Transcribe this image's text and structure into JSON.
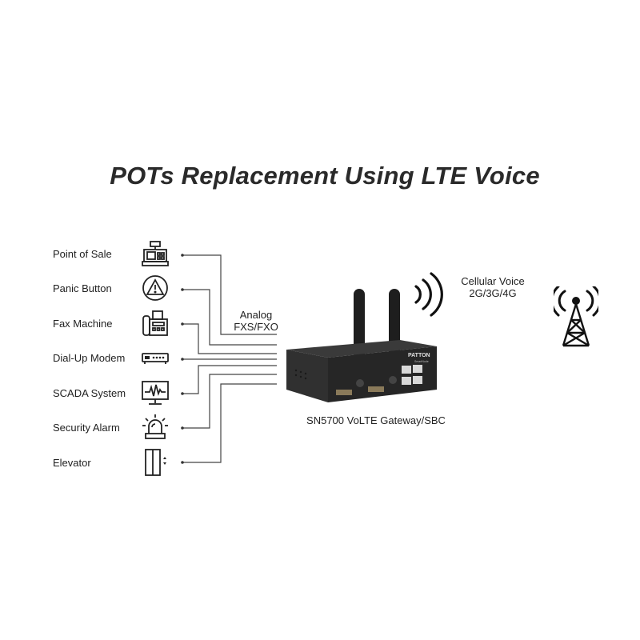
{
  "title": "POTs Replacement Using LTE Voice",
  "devices": [
    {
      "label": "Point of Sale",
      "icon": "cash-register-icon"
    },
    {
      "label": "Panic Button",
      "icon": "warning-triangle-icon"
    },
    {
      "label": "Fax Machine",
      "icon": "fax-machine-icon"
    },
    {
      "label": "Dial-Up Modem",
      "icon": "modem-icon"
    },
    {
      "label": "SCADA System",
      "icon": "monitor-waveform-icon"
    },
    {
      "label": "Security Alarm",
      "icon": "alarm-beacon-icon"
    },
    {
      "label": "Elevator",
      "icon": "elevator-icon"
    }
  ],
  "analog_label": {
    "line1": "Analog",
    "line2": "FXS/FXO"
  },
  "gateway": {
    "caption": "SN5700 VoLTE Gateway/SBC",
    "brand": "PATTON",
    "subbrand": "SmartNode"
  },
  "cellular_label": {
    "line1": "Cellular Voice",
    "line2": "2G/3G/4G"
  },
  "colors": {
    "line": "#444444",
    "device_body": "#2b2b2b",
    "icon_stroke": "#222222"
  }
}
